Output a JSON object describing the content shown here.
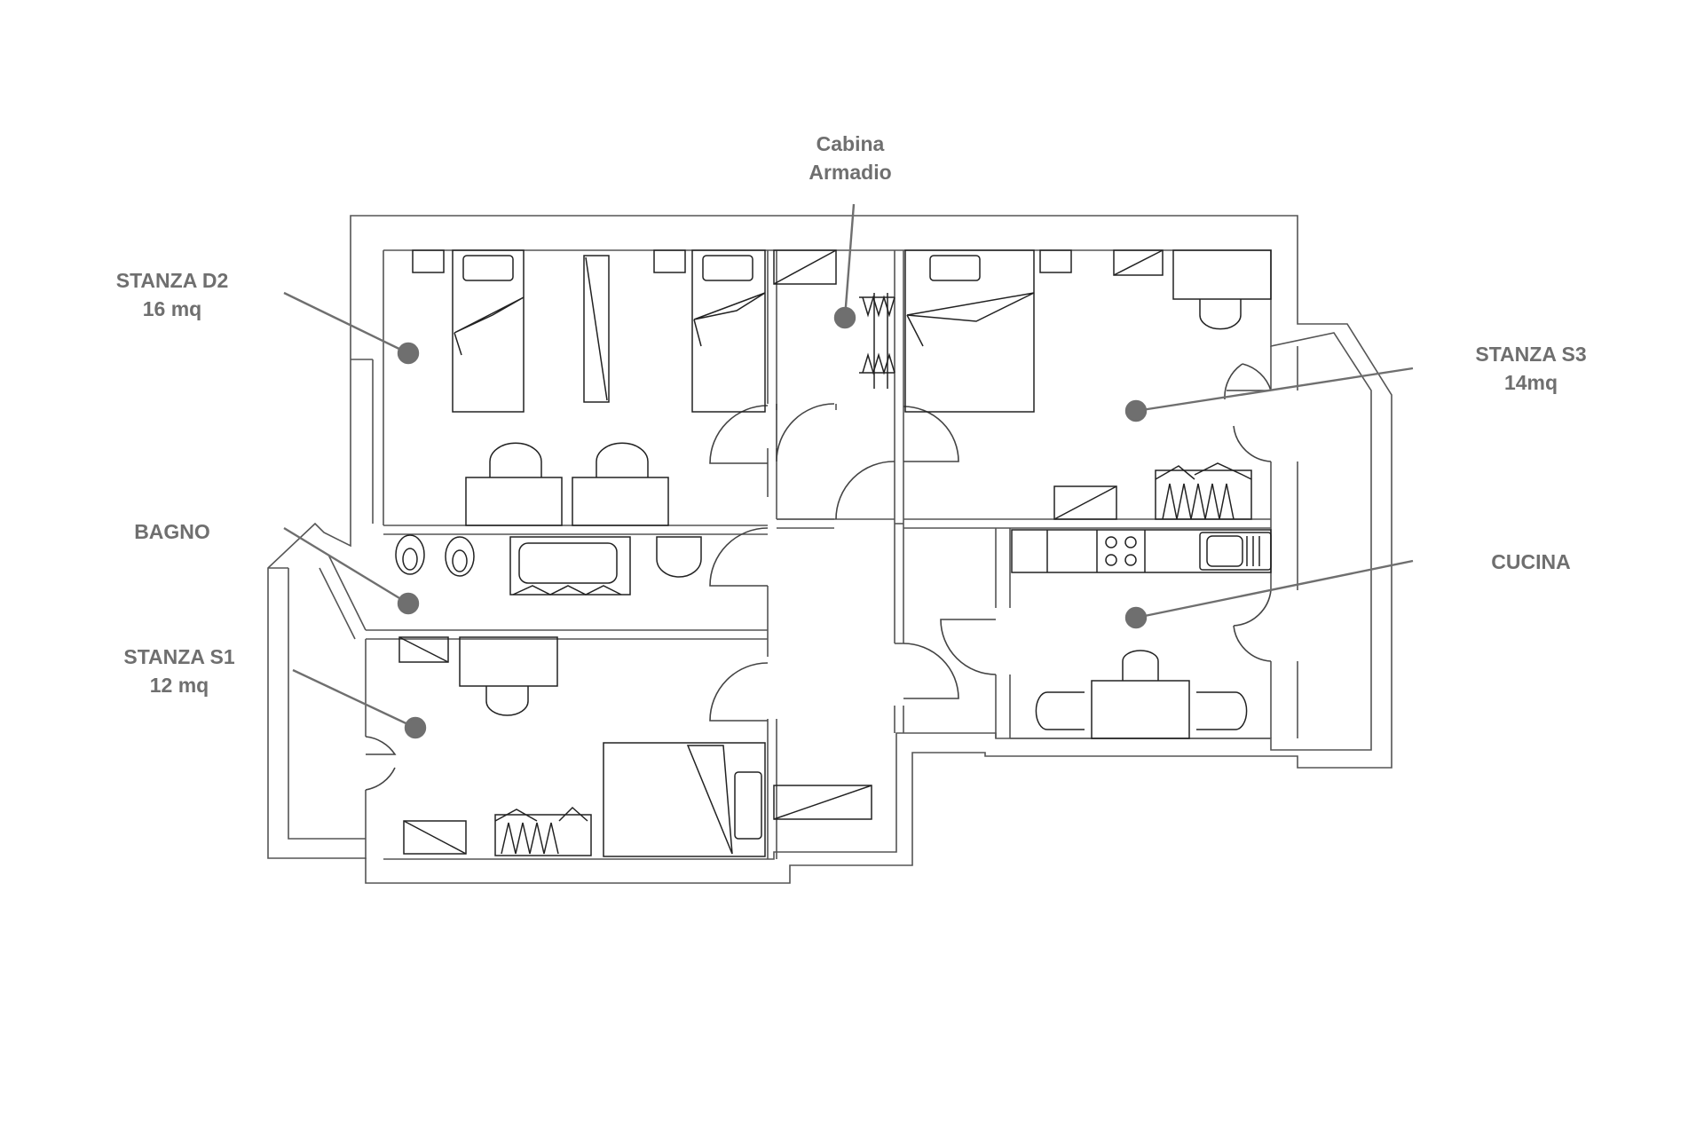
{
  "labels": {
    "cabina": {
      "line1": "Cabina",
      "line2": "Armadio"
    },
    "stanza_d2": {
      "line1": "STANZA D2",
      "line2": "16 mq"
    },
    "bagno": {
      "line1": "BAGNO"
    },
    "stanza_s1": {
      "line1": "STANZA S1",
      "line2": "12 mq"
    },
    "stanza_s3": {
      "line1": "STANZA S3",
      "line2": "14mq"
    },
    "cucina": {
      "line1": "CUCINA"
    }
  },
  "colors": {
    "wall_line": "#555555",
    "furniture_line": "#222222",
    "leader": "#6f6f6f",
    "label_text": "#6f6f6f",
    "marker": "#6f6f6f"
  }
}
